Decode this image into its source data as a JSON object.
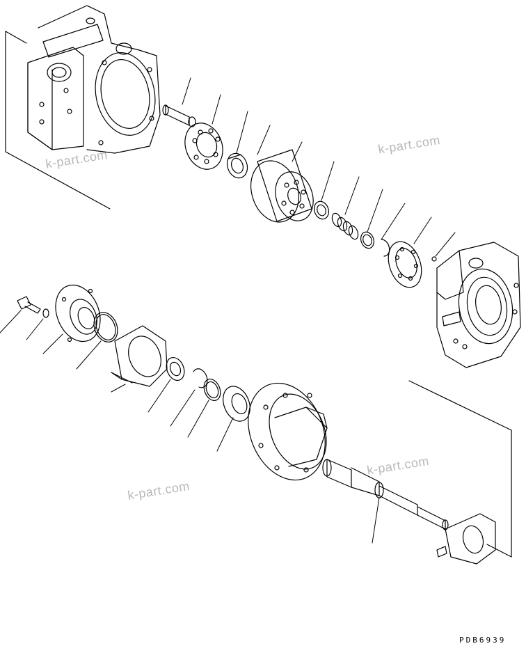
{
  "watermarks": [
    "k-part.com",
    "k-part.com",
    "k-part.com",
    "k-part.com"
  ],
  "drawing_code": "PDB6939",
  "colors": {
    "line": "#000000",
    "watermark": "#b8b8b8",
    "background": "#ffffff"
  }
}
